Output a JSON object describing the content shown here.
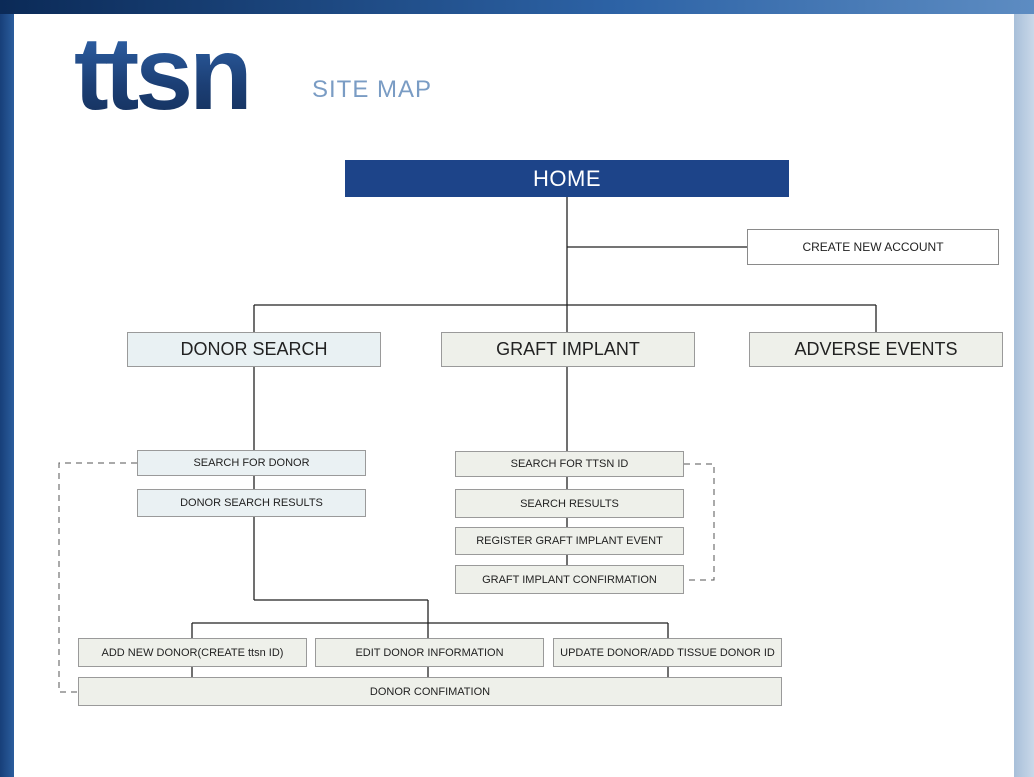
{
  "header": {
    "logo_text": "ttsn",
    "title": "SITE MAP"
  },
  "colors": {
    "home_fill": "#1d4489",
    "logo": "#244f8e",
    "title": "#7a9cc4",
    "box_fill": "#e9f1f3",
    "connector": "#222222"
  },
  "sitemap": {
    "home": "HOME",
    "create_account": "CREATE NEW ACCOUNT",
    "sections": {
      "donor_search": "DONOR SEARCH",
      "graft_implant": "GRAFT IMPLANT",
      "adverse_events": "ADVERSE EVENTS"
    },
    "donor_search_pages": {
      "search": "SEARCH FOR DONOR",
      "results": "DONOR SEARCH RESULTS"
    },
    "graft_implant_pages": {
      "search": "SEARCH FOR TTSN ID",
      "results": "SEARCH RESULTS",
      "register": "REGISTER GRAFT IMPLANT EVENT",
      "confirm": "GRAFT IMPLANT CONFIRMATION"
    },
    "donor_actions": {
      "add": "ADD NEW DONOR(CREATE ttsn ID)",
      "edit": "EDIT DONOR INFORMATION",
      "update": "UPDATE DONOR/ADD TISSUE DONOR ID"
    },
    "donor_confirmation": "DONOR CONFIMATION"
  }
}
